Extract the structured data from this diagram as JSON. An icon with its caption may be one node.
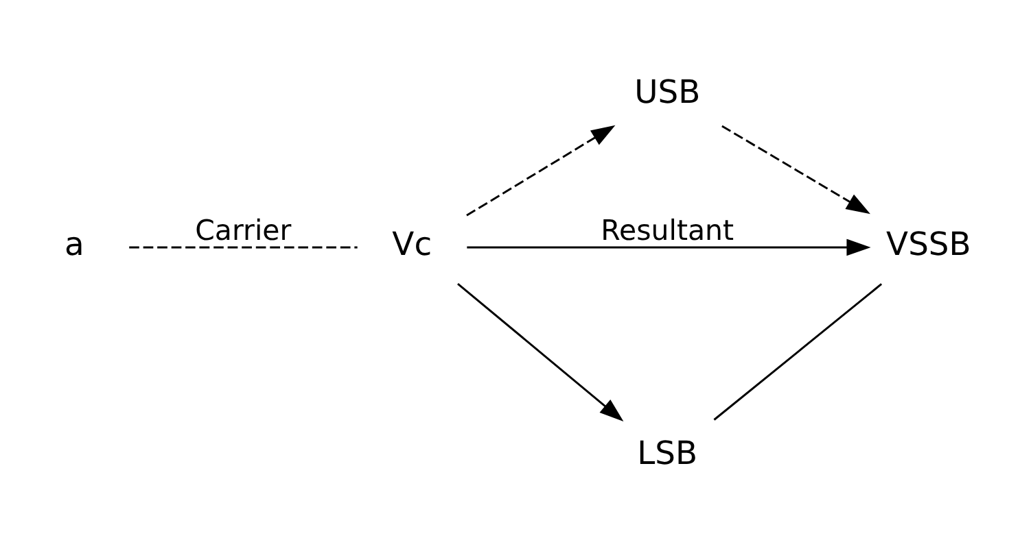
{
  "diagram": {
    "nodes": [
      {
        "text": [
          "a"
        ]
      },
      {
        "text": [
          "Vc"
        ]
      },
      {
        "text": [
          "USB"
        ]
      },
      {
        "text": [
          "VSSB"
        ]
      },
      {
        "text": [
          "LSB"
        ]
      }
    ],
    "edges": [
      {
        "from": 0,
        "to": 1,
        "arrow": "none",
        "style": "dashed",
        "label": "Carrier"
      },
      {
        "from": 1,
        "to": 2,
        "arrow": "to",
        "style": "dashed"
      },
      {
        "from": 2,
        "to": 3,
        "arrow": "to",
        "style": "dashed"
      },
      {
        "from": 1,
        "to": 3,
        "arrow": "to",
        "label": "Resultant"
      },
      {
        "from": 1,
        "to": 4,
        "arrow": "to"
      },
      {
        "from": 4,
        "to": 3,
        "arrow": "none"
      }
    ]
  }
}
